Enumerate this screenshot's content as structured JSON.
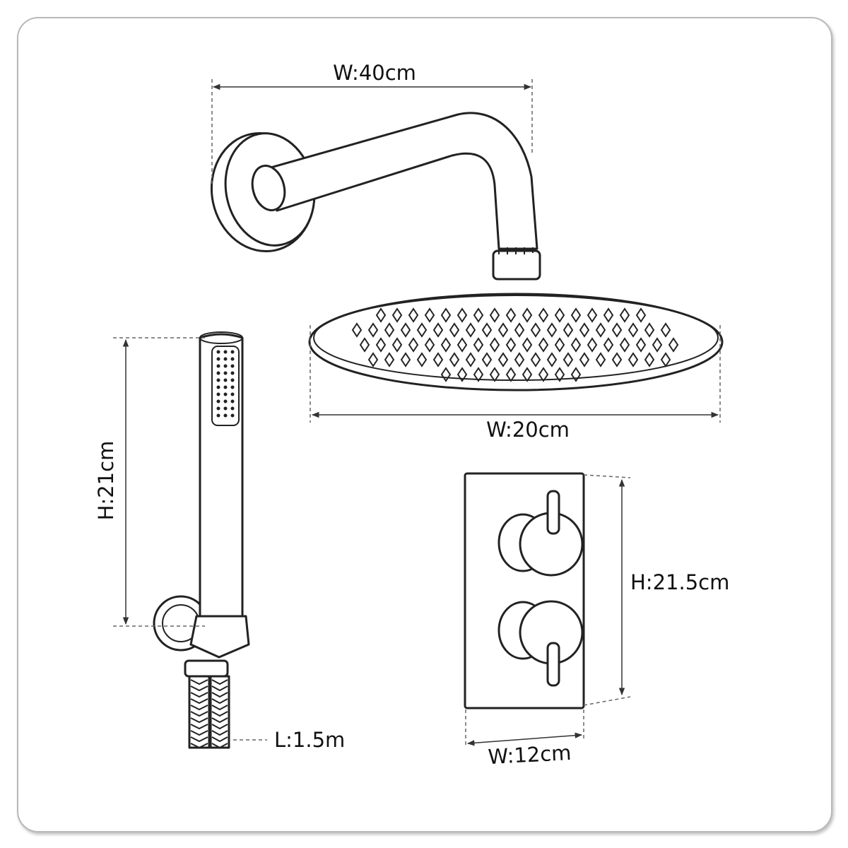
{
  "dimensions": {
    "arm_width": "W:40cm",
    "head_width": "W:20cm",
    "handset_height": "H:21cm",
    "hose_length": "L:1.5m",
    "valve_height": "H:21.5cm",
    "valve_width": "W:12cm"
  }
}
